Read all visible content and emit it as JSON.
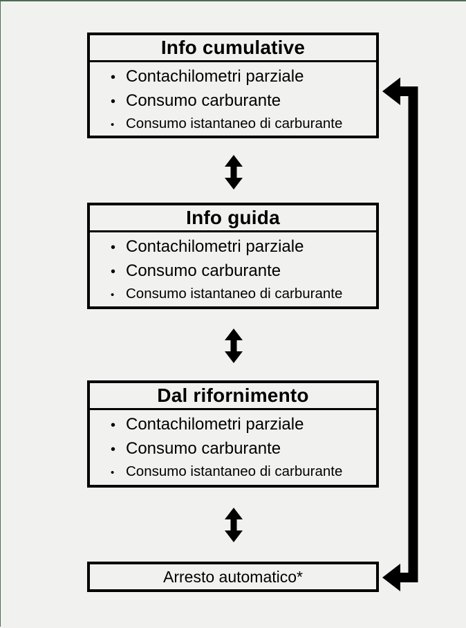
{
  "page": {
    "background_color": "#f1f2f0",
    "edge_line_color": "#4d6b52",
    "line_color": "#000000"
  },
  "diagram": {
    "bullet_char": "•",
    "boxes": [
      {
        "title": "Info cumulative",
        "items": [
          "Contachilometri parziale",
          "Consumo carburante",
          "Consumo istantaneo di carburante"
        ]
      },
      {
        "title": "Info guida",
        "items": [
          "Contachilometri parziale",
          "Consumo carburante",
          "Consumo istantaneo di carburante"
        ]
      },
      {
        "title": "Dal rifornimento",
        "items": [
          "Contachilometri parziale",
          "Consumo carburante",
          "Consumo istantaneo di carburante"
        ]
      },
      {
        "title": "Arresto automatico*",
        "items": []
      }
    ],
    "icons": {
      "between_boxes": "double-vertical-arrow-icon",
      "right_side": "return-loop-arrow-icon"
    }
  }
}
